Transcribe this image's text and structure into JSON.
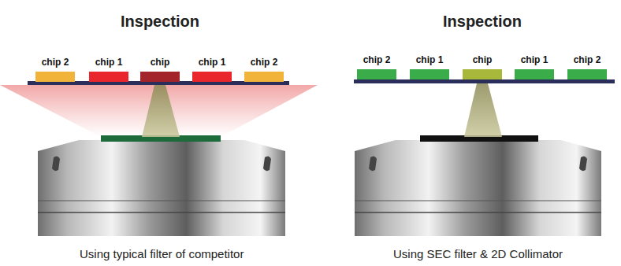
{
  "diagram": {
    "nodes": [
      {
        "text": [
          "chip 2"
        ]
      },
      {
        "text": [
          "chip 1"
        ]
      },
      {
        "text": [
          "chip"
        ]
      },
      {
        "text": [
          "chip 1"
        ]
      },
      {
        "text": [
          "chip 2"
        ]
      },
      {
        "text": [
          "chip 2"
        ]
      },
      {
        "text": [
          "chip 1"
        ]
      },
      {
        "text": [
          "chip"
        ]
      },
      {
        "text": [
          "chip 1"
        ]
      },
      {
        "text": [
          "chip 2"
        ]
      }
    ],
    "labels": [
      "Inspection",
      "Inspection",
      "Using typical filter of competitor",
      "Using SEC filter & 2D Collimator"
    ]
  }
}
